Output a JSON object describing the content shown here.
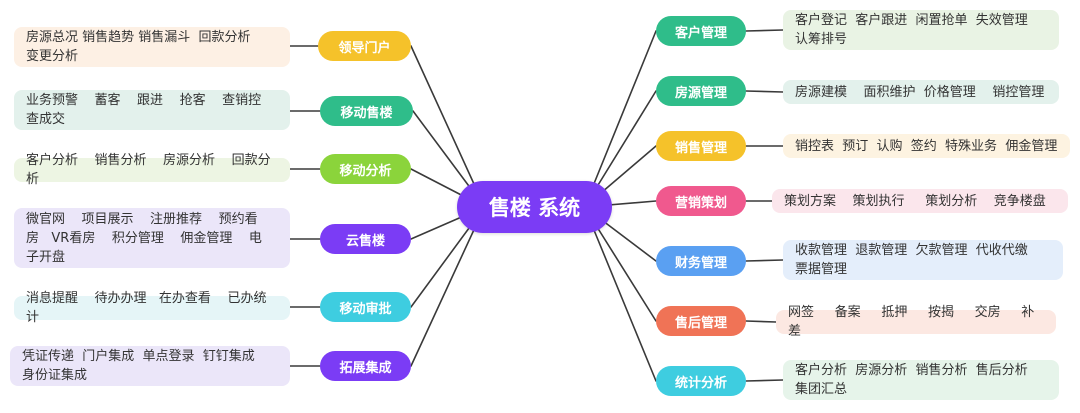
{
  "center": {
    "label": "售楼    系统",
    "color": "#7b3cf5"
  },
  "left": [
    {
      "key": "leader",
      "label": "领导门户",
      "color": "#f5c22a",
      "box_bg": "#fdf0e4",
      "text": "房源总况 销售趋势 销售漏斗  回款分析\n变更分析"
    },
    {
      "key": "mobile-sales",
      "label": "移动售楼",
      "color": "#2fbd8a",
      "box_bg": "#e3f1ec",
      "text": "业务预警    蓄客    跟进    抢客    查销控\n查成交"
    },
    {
      "key": "mobile-analysis",
      "label": "移动分析",
      "color": "#8bd43b",
      "box_bg": "#edf5e3",
      "text": "客户分析    销售分析    房源分析    回款分析"
    },
    {
      "key": "cloud-sales",
      "label": "云售楼",
      "color": "#7b3cf5",
      "box_bg": "#ebe6f9",
      "text": "微官网    项目展示    注册推荐    预约看\n房   VR看房    积分管理    佣金管理    电\n子开盘"
    },
    {
      "key": "mobile-approval",
      "label": "移动审批",
      "color": "#3ecde0",
      "box_bg": "#e5f5f7",
      "text": "消息提醒    待办办理   在办查看    已办统计"
    },
    {
      "key": "integration",
      "label": "拓展集成",
      "color": "#7b3cf5",
      "box_bg": "#ebe6f9",
      "text": "凭证传递  门户集成  单点登录  钉钉集成\n身份证集成"
    }
  ],
  "right": [
    {
      "key": "customer",
      "label": "客户管理",
      "color": "#2fbd8a",
      "box_bg": "#e9f3e4",
      "text": "客户登记  客户跟进  闲置抢单  失效管理\n认筹排号"
    },
    {
      "key": "housing",
      "label": "房源管理",
      "color": "#2fbd8a",
      "box_bg": "#e3f1ec",
      "text": "房源建模    面积维护  价格管理    销控管理"
    },
    {
      "key": "sales",
      "label": "销售管理",
      "color": "#f5c22a",
      "box_bg": "#fdf3e1",
      "text": "销控表  预订  认购  签约  特殊业务  佣金管理"
    },
    {
      "key": "marketing",
      "label": "营销策划",
      "color": "#f0598e",
      "box_bg": "#fbe6ec",
      "text": "策划方案    策划执行     策划分析    竞争楼盘"
    },
    {
      "key": "finance",
      "label": "财务管理",
      "color": "#5aa0f2",
      "box_bg": "#e4eefb",
      "text": "收款管理  退款管理  欠款管理  代收代缴\n票据管理"
    },
    {
      "key": "after-sales",
      "label": "售后管理",
      "color": "#f07356",
      "box_bg": "#fce8e2",
      "text": "网签     备案     抵押     按揭     交房     补差"
    },
    {
      "key": "statistics",
      "label": "统计分析",
      "color": "#3ecde0",
      "box_bg": "#e6f4ea",
      "text": "客户分析  房源分析  销售分析  售后分析\n集团汇总"
    }
  ]
}
